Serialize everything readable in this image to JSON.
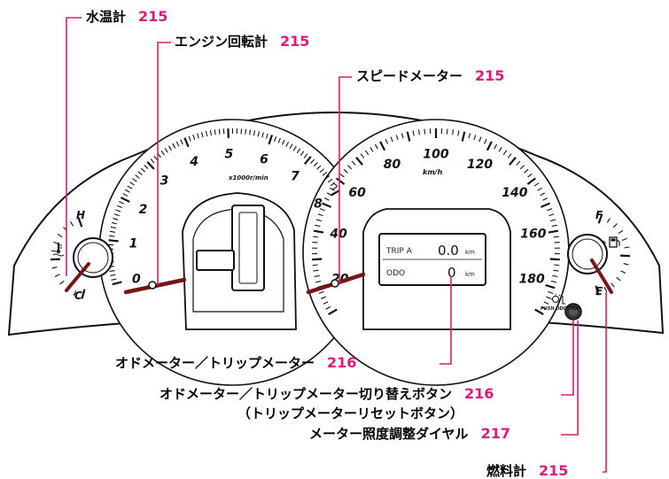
{
  "callouts": {
    "water_temp": {
      "label": "水温計",
      "page": "215"
    },
    "tachometer": {
      "label": "エンジン回転計",
      "page": "215"
    },
    "speedometer": {
      "label": "スピードメーター",
      "page": "215"
    },
    "odo_trip_meter": {
      "label": "オドメーター／トリップメーター",
      "page": "216"
    },
    "odo_trip_button": {
      "label": "オドメーター／トリップメーター切り替えボタン",
      "page": "216"
    },
    "trip_reset": {
      "label": "（トリップメーターリセットボタン）"
    },
    "dimmer_dial": {
      "label": "メーター照度調整ダイヤル",
      "page": "217"
    },
    "fuel_gauge": {
      "label": "燃料計",
      "page": "215"
    }
  },
  "tachometer": {
    "numbers": [
      "0",
      "1",
      "2",
      "3",
      "4",
      "5",
      "6",
      "7",
      "8"
    ],
    "unit": "x1000r/min"
  },
  "speedometer": {
    "numbers": [
      "20",
      "40",
      "60",
      "80",
      "100",
      "120",
      "140",
      "160",
      "180"
    ],
    "unit": "km/h"
  },
  "temp_gauge": {
    "high": "H",
    "low": "C"
  },
  "fuel_gauge": {
    "full": "F",
    "empty": "E"
  },
  "display": {
    "row1_label": "TRIP A",
    "row1_value": "0.0",
    "row1_unit": "km",
    "row2_label": "ODO",
    "row2_value": "0",
    "row2_unit": "km"
  },
  "button_label": "PUSH ODO/TRIP",
  "colors": {
    "accent": "#e0187a",
    "outline": "#111111",
    "needle": "#9b1b1b"
  }
}
